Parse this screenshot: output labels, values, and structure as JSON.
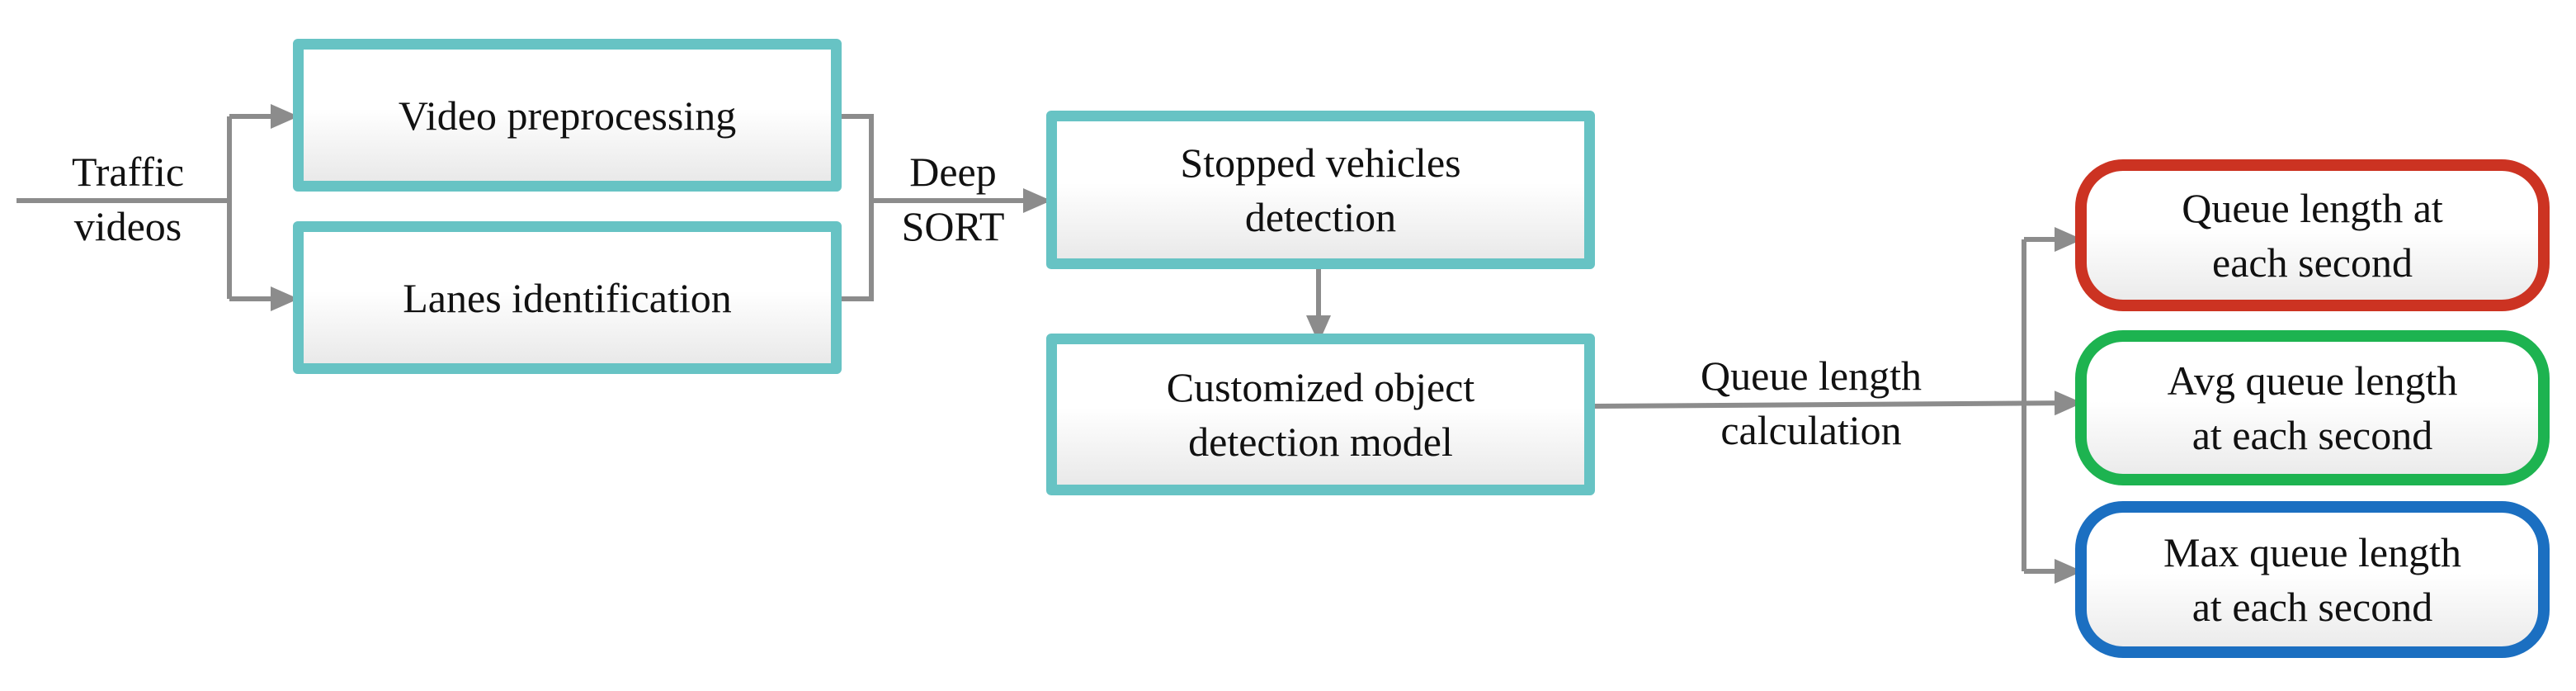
{
  "diagram": {
    "input_label": "Traffic\nvideos",
    "nodes": {
      "video_preprocessing": "Video preprocessing",
      "lanes_identification": "Lanes identification",
      "stopped_vehicles": "Stopped vehicles\ndetection",
      "custom_model": "Customized object\ndetection model",
      "queue_each_second": "Queue length at\neach second",
      "avg_queue": "Avg queue length\nat each second",
      "max_queue": "Max queue length\nat each second"
    },
    "edge_labels": {
      "deep_sort": "Deep\nSORT",
      "queue_calc": "Queue length\ncalculation"
    },
    "colors": {
      "box_border": "#67c3c4",
      "arrow": "#8c8c8c",
      "output_1": "#cc3322",
      "output_2": "#1db350",
      "output_3": "#1b6fc1"
    }
  }
}
